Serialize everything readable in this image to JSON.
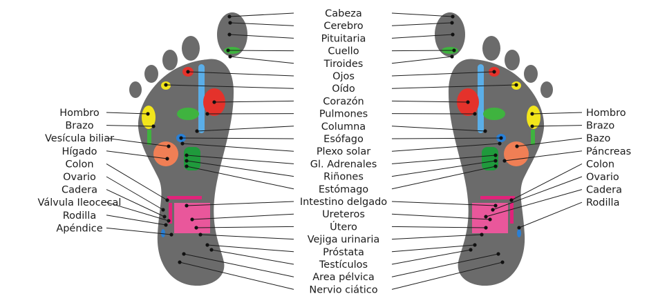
{
  "center_labels": [
    "Cabeza",
    "Cerebro",
    "Pituitaria",
    "Cuello",
    "Tiroides",
    "Ojos",
    "Oído",
    "Corazón",
    "Pulmones",
    "Columna",
    "Esófago",
    "Plexo solar",
    "Gl. Adrenales",
    "Riñones",
    "Estómago",
    "Intestino delgado",
    "Ureteros",
    "Útero",
    "Vejiga urinaria",
    "Próstata",
    "Testículos",
    "Area pélvica",
    "Nervio ciático"
  ],
  "left_labels": [
    "Hombro",
    "Brazo",
    "Vesícula biliar",
    "Hígado",
    "Colon",
    "Ovario",
    "Cadera",
    "Válvula Ileocecal",
    "Rodilla",
    "Apéndice"
  ],
  "right_labels": [
    "Hombro",
    "Brazo",
    "Bazo",
    "Páncreas",
    "Colon",
    "Ovario",
    "Cadera",
    "Rodilla"
  ],
  "zone_colors": {
    "foot": "#6b6b6b",
    "red": "#e4322b",
    "green": "#3fb33f",
    "dark_green": "#1f9a3c",
    "yellow": "#f2e51b",
    "orange": "#f07f55",
    "blue": "#2a7fd4",
    "light_blue": "#5aaee8",
    "pink": "#e9579b",
    "magenta": "#e0237a"
  }
}
